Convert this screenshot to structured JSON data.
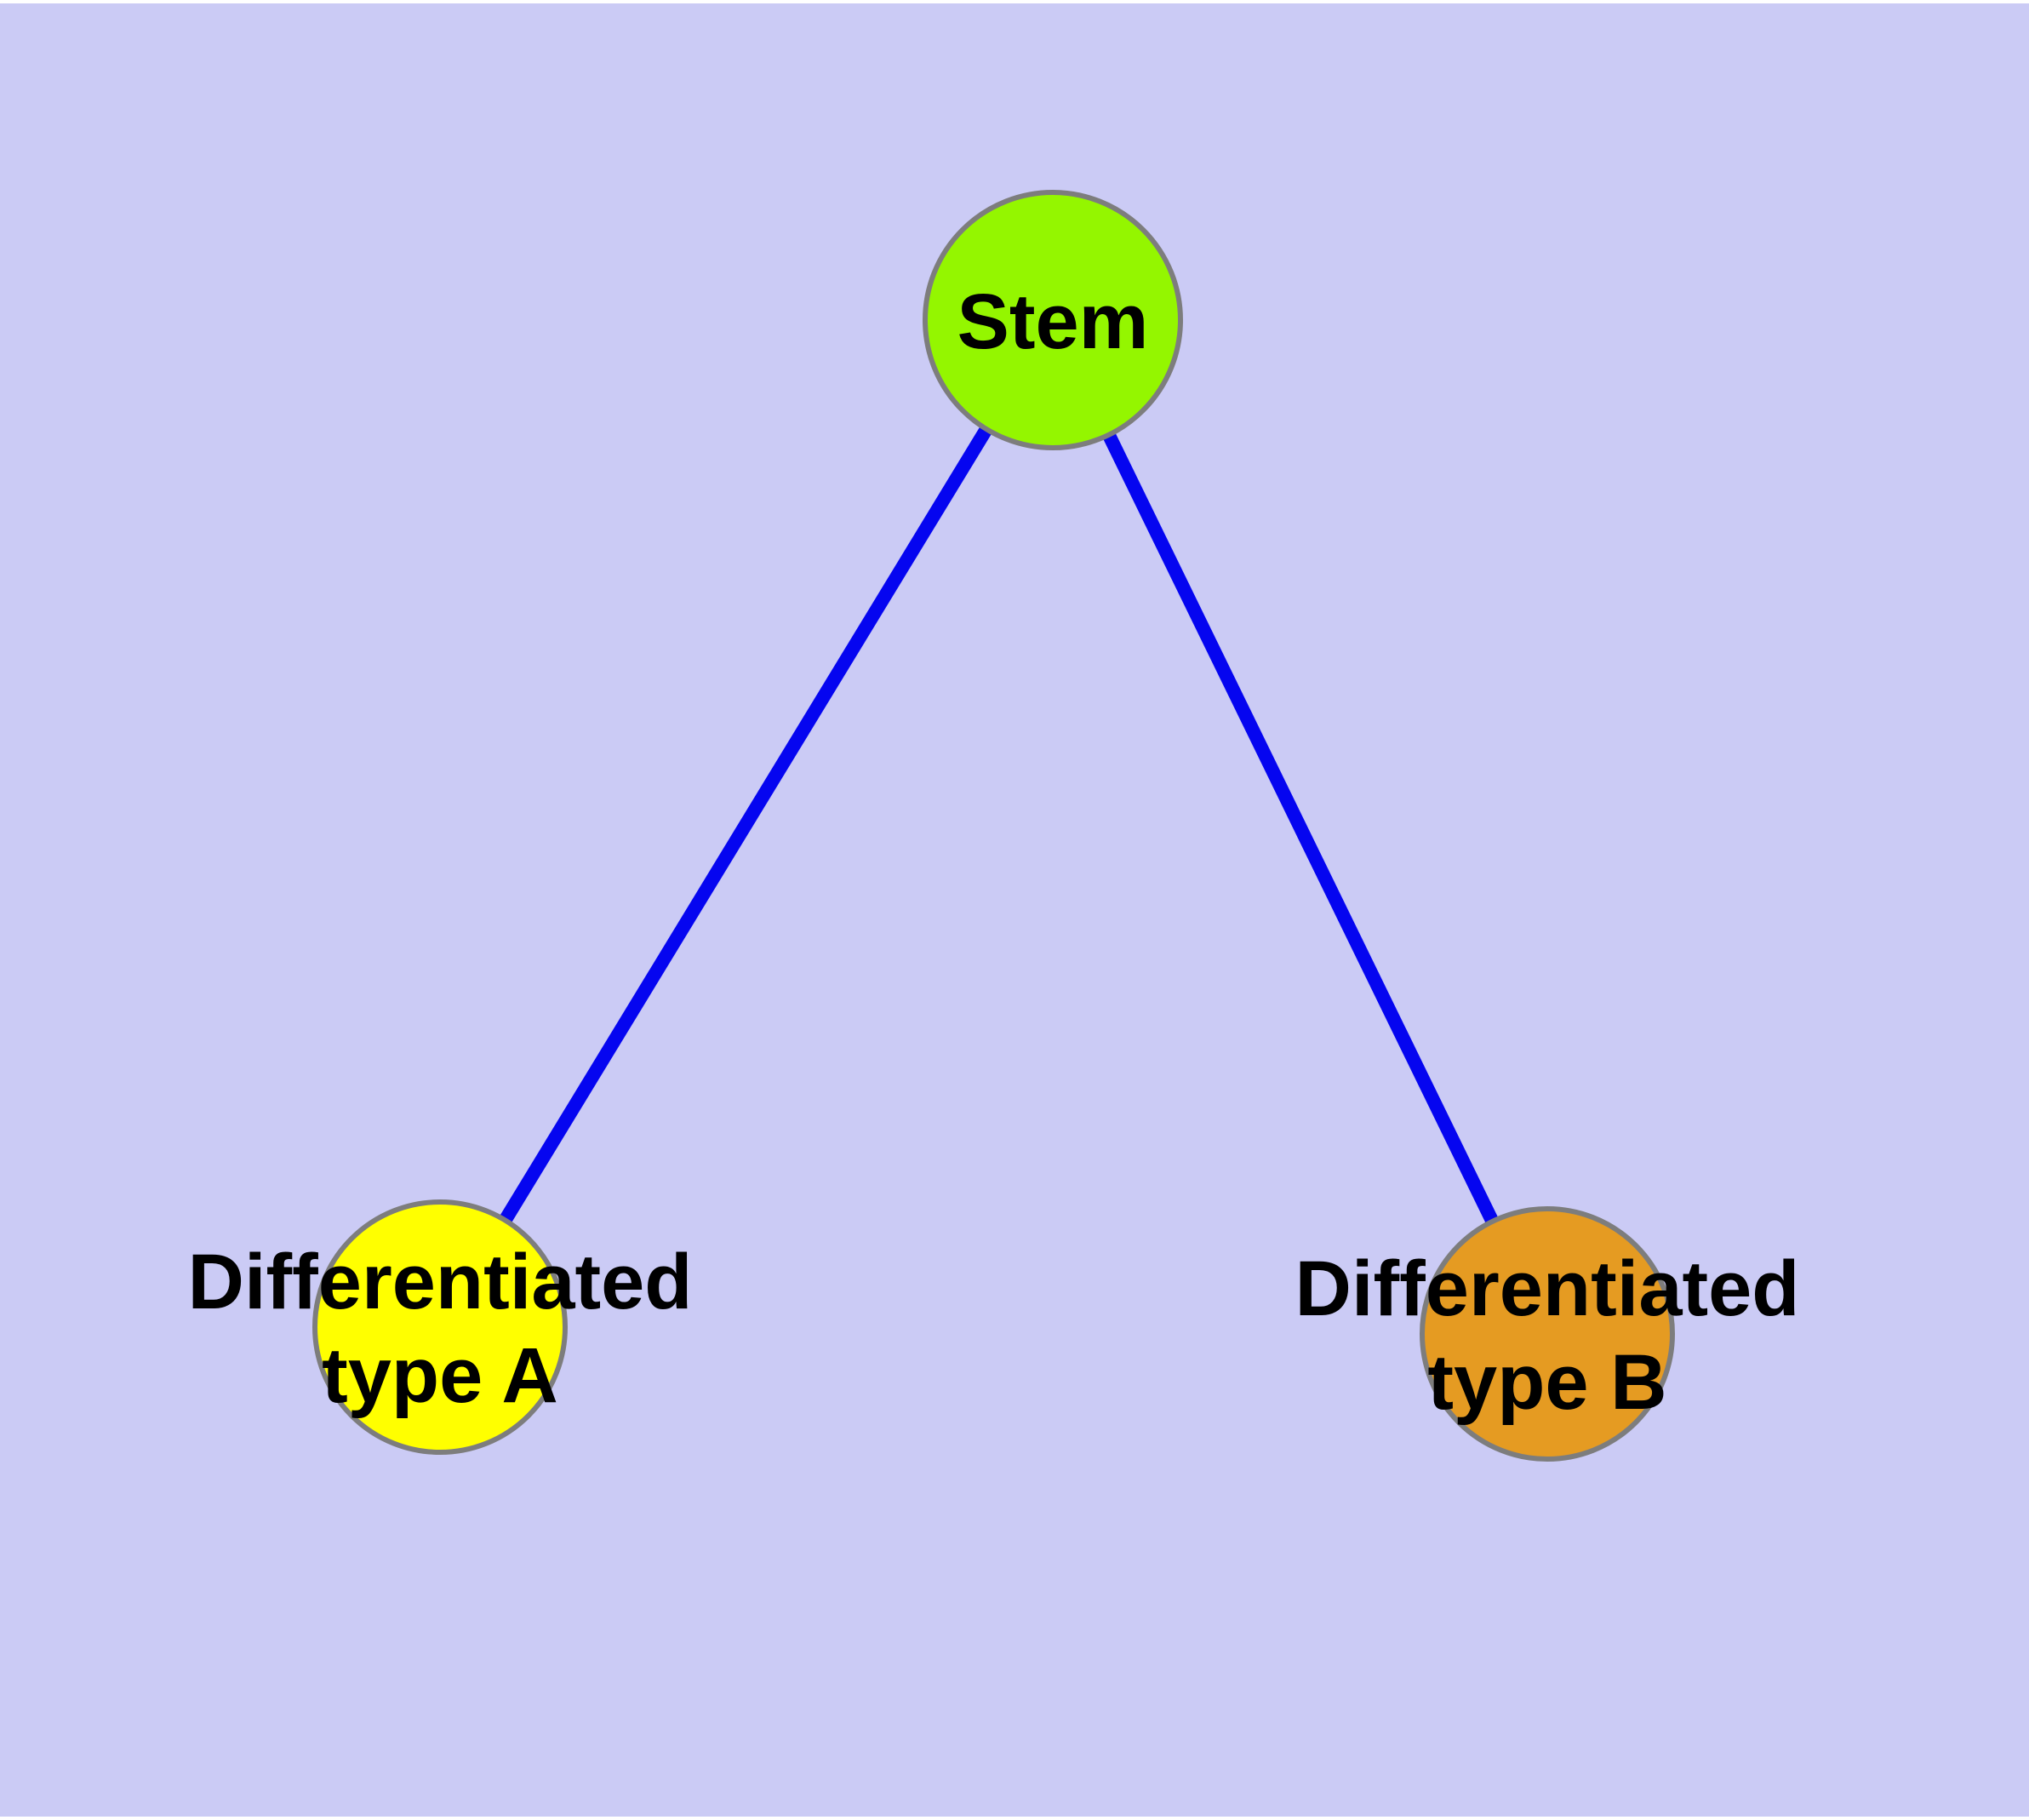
{
  "colors": {
    "page_margin": "#ffffff",
    "background": "#cbcbf5",
    "edge": "#0505f0",
    "node_border": "#7d7d7d",
    "label_text": "#000000",
    "stem_fill": "#94f600",
    "type_a_fill": "#ffff00",
    "type_b_fill": "#e59b22"
  },
  "diagram": {
    "type": "node-link-graph",
    "description": "Stem cell differentiation tree: one stem node connected to two differentiated cell type nodes",
    "edges": [
      {
        "from": "stem",
        "to": "type_a"
      },
      {
        "from": "stem",
        "to": "type_b"
      }
    ]
  },
  "nodes": {
    "stem": {
      "label": "Stem",
      "fill": "#94f600"
    },
    "type_a": {
      "label_line1": "Differentiated",
      "label_line2": "type A",
      "fill": "#ffff00"
    },
    "type_b": {
      "label_line1": "Differentiated",
      "label_line2": "type B",
      "fill": "#e59b22"
    }
  }
}
